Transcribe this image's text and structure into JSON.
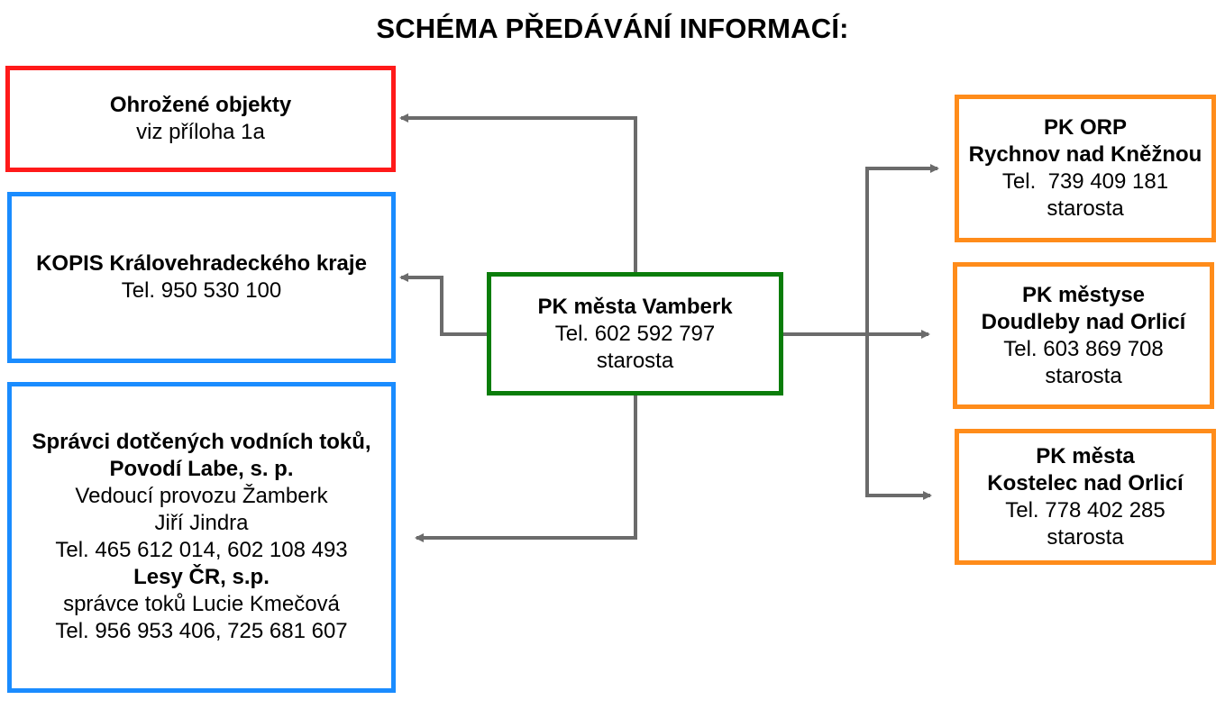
{
  "title": "SCHÉMA PŘEDÁVÁNÍ INFORMACÍ:",
  "colors": {
    "red": "#ff1a1a",
    "blue": "#1a8cff",
    "green": "#0a7d0a",
    "orange": "#ff8c1a",
    "arrow": "#6b6b6b"
  },
  "center": {
    "name": "PK města Vamberk",
    "tel": "Tel. 602 592 797",
    "role": "starosta"
  },
  "left": {
    "ohrozene": {
      "name": "Ohrožené objekty",
      "note": "viz příloha 1a"
    },
    "kopis": {
      "name": "KOPIS Královehradeckého kraje",
      "tel": "Tel. 950 530 100"
    },
    "spravci": {
      "line1": "Správci dotčených vodních toků,",
      "line2": "Povodí Labe, s. p.",
      "line3": "Vedoucí provozu Žamberk",
      "line4": "Jiří Jindra",
      "line5": "Tel. 465 612 014, 602 108 493",
      "line6": "Lesy ČR, s.p.",
      "line7": "správce toků Lucie Kmečová",
      "line8": "Tel. 956 953 406, 725 681 607"
    }
  },
  "right": {
    "orp": {
      "line1": "PK ORP",
      "line2": "Rychnov nad Kněžnou",
      "tel": "Tel.  739 409 181",
      "role": "starosta"
    },
    "doudleby": {
      "line1": "PK městyse",
      "line2": "Doudleby nad Orlicí",
      "tel": "Tel. 603 869 708",
      "role": "starosta"
    },
    "kostelec": {
      "line1": "PK města",
      "line2": "Kostelec nad Orlicí",
      "tel": "Tel. 778 402 285",
      "role": "starosta"
    }
  }
}
